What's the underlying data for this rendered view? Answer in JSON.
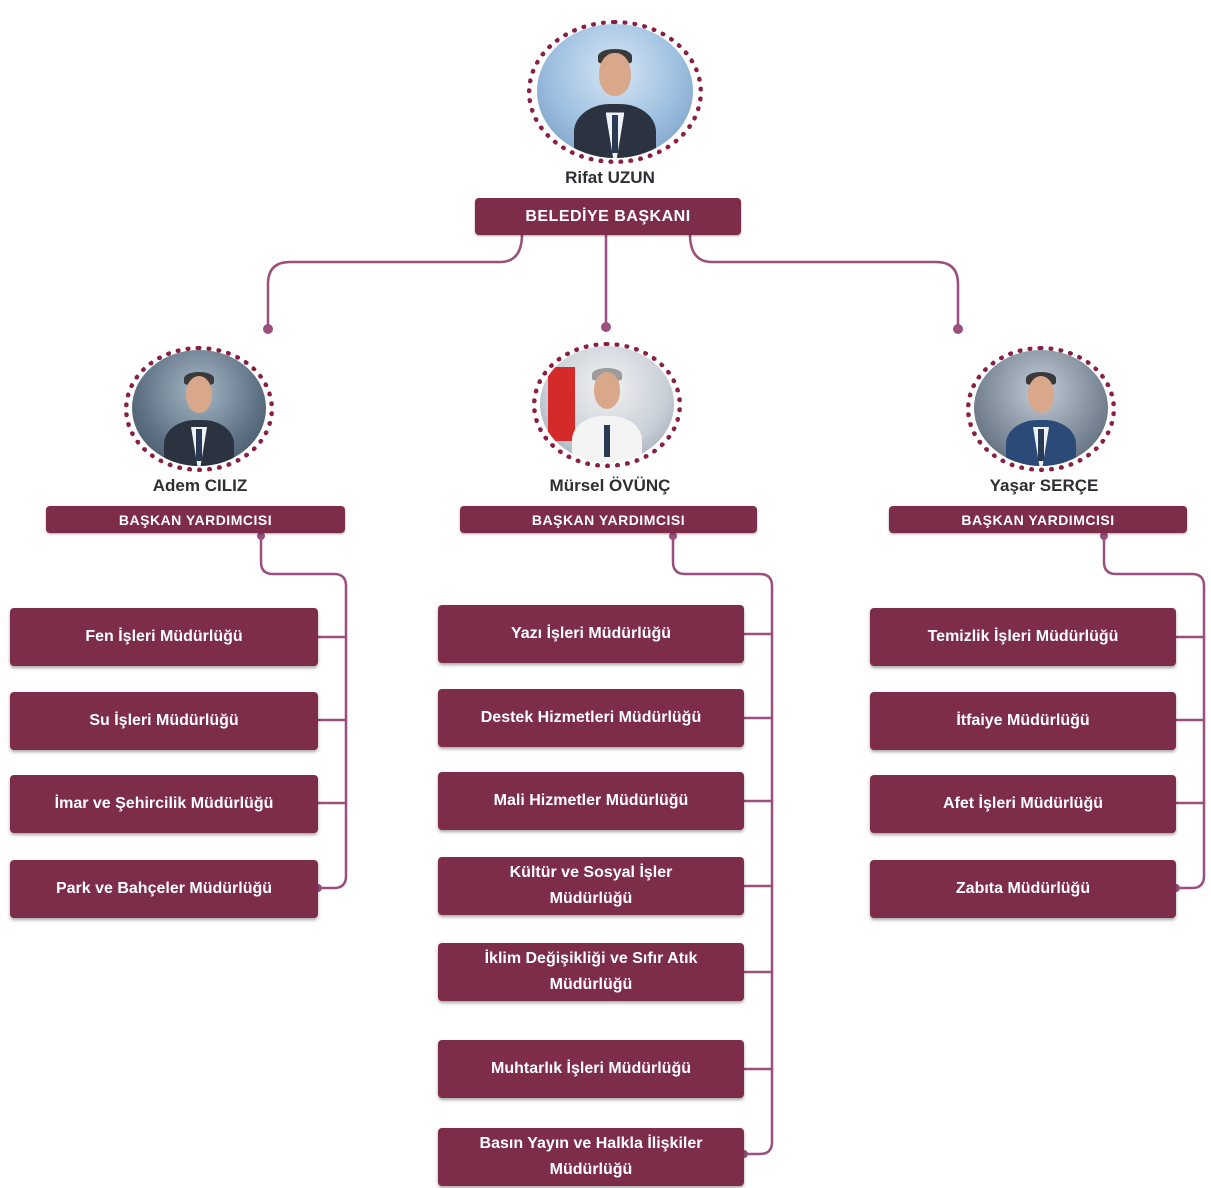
{
  "mayor": {
    "name": "Rifat UZUN",
    "title": "BELEDİYE BAŞKANI"
  },
  "deputies": [
    {
      "name": "Adem CILIZ",
      "title": "BAŞKAN YARDIMCISI",
      "departments": [
        "Fen İşleri Müdürlüğü",
        "Su İşleri Müdürlüğü",
        "İmar ve Şehircilik Müdürlüğü",
        "Park ve Bahçeler Müdürlüğü"
      ]
    },
    {
      "name": "Mürsel ÖVÜNÇ",
      "title": "BAŞKAN YARDIMCISI",
      "departments": [
        "Yazı İşleri Müdürlüğü",
        "Destek Hizmetleri Müdürlüğü",
        "Mali Hizmetler Müdürlüğü",
        "Kültür ve Sosyal İşler Müdürlüğü",
        "İklim Değişikliği ve Sıfır Atık Müdürlüğü",
        "Muhtarlık İşleri Müdürlüğü",
        "Basın Yayın ve Halkla İlişkiler Müdürlüğü"
      ]
    },
    {
      "name": "Yaşar SERÇE",
      "title": "BAŞKAN YARDIMCISI",
      "departments": [
        "Temizlik İşleri Müdürlüğü",
        "İtfaiye Müdürlüğü",
        "Afet İşleri Müdürlüğü",
        "Zabıta Müdürlüğü"
      ]
    }
  ],
  "colors": {
    "box": "#7d2c4a",
    "connector": "#9a4f7c",
    "text_on_box": "#ffffff",
    "ring": "#8a1f45"
  }
}
